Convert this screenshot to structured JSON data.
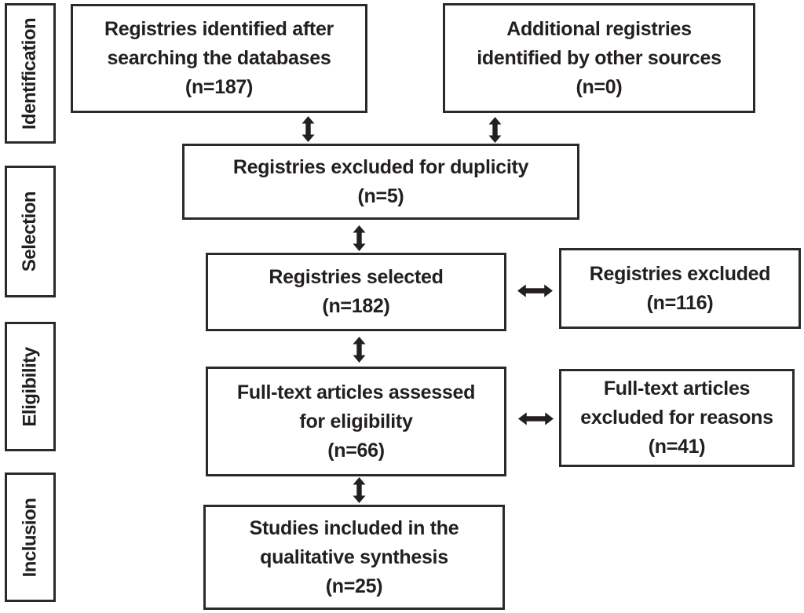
{
  "figure": {
    "type": "PRISMA flow diagram",
    "background_color": "#ffffff",
    "line_color": "#231f20",
    "text_color": "#231f20"
  },
  "stages": [
    {
      "label": "Identification"
    },
    {
      "label": "Selection"
    },
    {
      "label": "Eligibility"
    },
    {
      "label": "Inclusion"
    }
  ],
  "boxes": {
    "identified": {
      "lines": [
        "Registries identified after",
        "searching the databases",
        "(n=187)"
      ],
      "n": 187
    },
    "additional": {
      "lines": [
        "Additional registries",
        "identified by other sources",
        "(n=0)"
      ],
      "n": 0
    },
    "duplicity": {
      "lines": [
        "Registries excluded for duplicity",
        "(n=5)"
      ],
      "n": 5
    },
    "selected": {
      "lines": [
        "Registries selected",
        "(n=182)"
      ],
      "n": 182
    },
    "excluded": {
      "lines": [
        "Registries excluded",
        "(n=116)"
      ],
      "n": 116
    },
    "fulltext": {
      "lines": [
        "Full-text articles assessed",
        "for eligibility",
        "(n=66)"
      ],
      "n": 66
    },
    "fulltext_excluded": {
      "lines": [
        "Full-text articles",
        "excluded for reasons",
        "(n=41)"
      ],
      "n": 41
    },
    "included": {
      "lines": [
        "Studies included in the",
        "qualitative synthesis",
        "(n=25)"
      ],
      "n": 25
    }
  }
}
